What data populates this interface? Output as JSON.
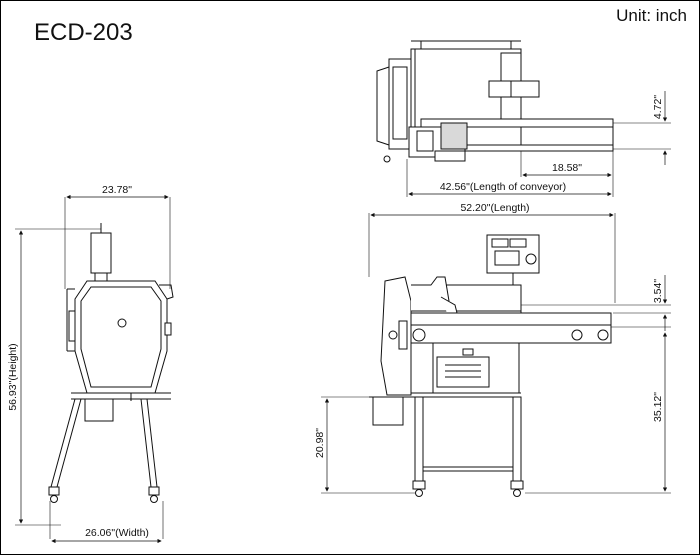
{
  "header": {
    "model": "ECD-203",
    "unit": "Unit: inch"
  },
  "front_view": {
    "width_top": "23.78\"",
    "width_bottom": "26.06\"(Width)",
    "height": "56.93\"(Height)"
  },
  "top_view": {
    "depth": "4.72\"",
    "offset": "18.58\"",
    "conveyor_length": "42.56\"(Length of conveyor)"
  },
  "side_view": {
    "length": "52.20\"(Length)",
    "panel_offset": "3.54\"",
    "table_height": "35.12\"",
    "tray_height": "20.98\""
  },
  "colors": {
    "line": "#111111",
    "fill": "#ffffff",
    "shade": "#d9d9d9"
  }
}
